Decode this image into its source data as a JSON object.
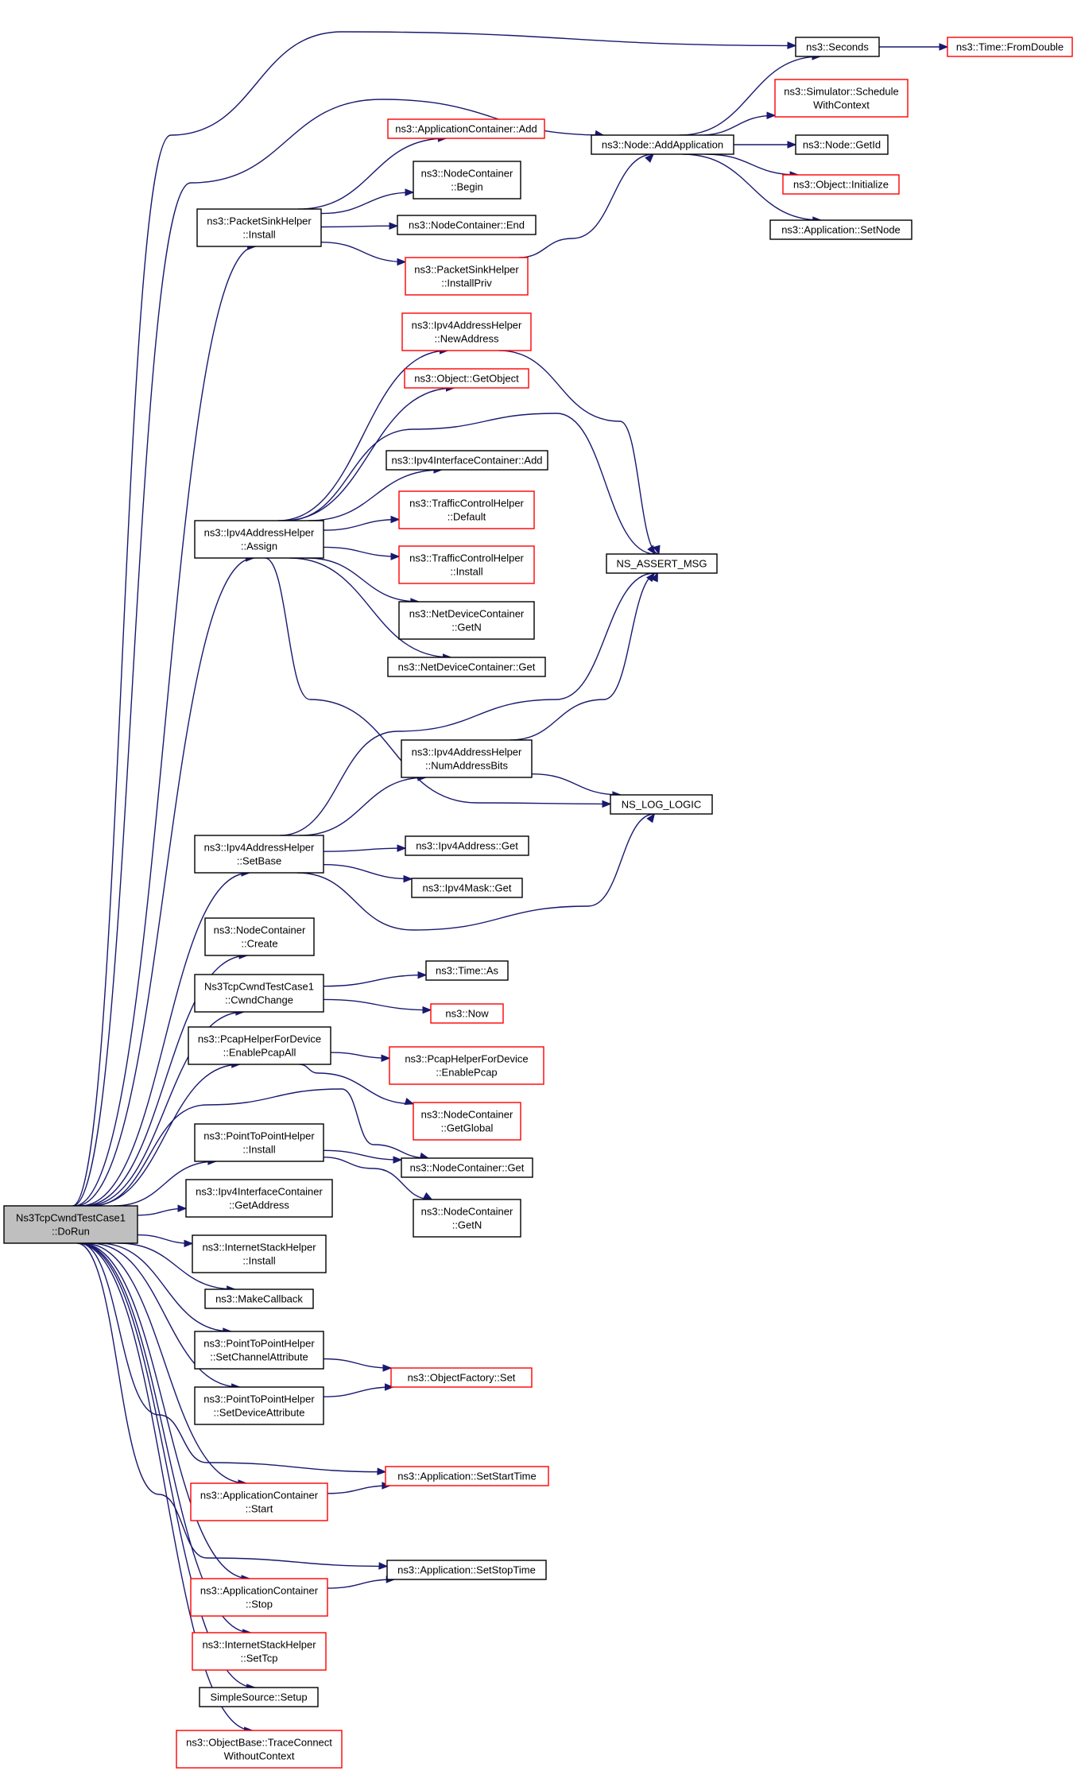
{
  "diagram": {
    "type": "call-graph",
    "edge_color": "#191970",
    "border_colors": {
      "documented": "#000000",
      "undocumented": "#ff0000"
    },
    "root_fill": "#bfbfbf",
    "nodes": [
      {
        "id": "dorun",
        "lines": [
          "Ns3TcpCwndTestCase1",
          "::DoRun"
        ],
        "style": "root"
      },
      {
        "id": "seconds",
        "lines": [
          "ns3::Seconds"
        ],
        "style": "black"
      },
      {
        "id": "fromdouble",
        "lines": [
          "ns3::Time::FromDouble"
        ],
        "style": "red"
      },
      {
        "id": "schedule",
        "lines": [
          "ns3::Simulator::Schedule",
          "WithContext"
        ],
        "style": "red"
      },
      {
        "id": "addapp",
        "lines": [
          "ns3::Node::AddApplication"
        ],
        "style": "black"
      },
      {
        "id": "getid",
        "lines": [
          "ns3::Node::GetId"
        ],
        "style": "black"
      },
      {
        "id": "initialize",
        "lines": [
          "ns3::Object::Initialize"
        ],
        "style": "red"
      },
      {
        "id": "setnode",
        "lines": [
          "ns3::Application::SetNode"
        ],
        "style": "black"
      },
      {
        "id": "appcontadd",
        "lines": [
          "ns3::ApplicationContainer::Add"
        ],
        "style": "red"
      },
      {
        "id": "ncbegin",
        "lines": [
          "ns3::NodeContainer",
          "::Begin"
        ],
        "style": "black"
      },
      {
        "id": "psinstall",
        "lines": [
          "ns3::PacketSinkHelper",
          "::Install"
        ],
        "style": "black"
      },
      {
        "id": "ncend",
        "lines": [
          "ns3::NodeContainer::End"
        ],
        "style": "black"
      },
      {
        "id": "psinstallpriv",
        "lines": [
          "ns3::PacketSinkHelper",
          "::InstallPriv"
        ],
        "style": "red"
      },
      {
        "id": "newaddress",
        "lines": [
          "ns3::Ipv4AddressHelper",
          "::NewAddress"
        ],
        "style": "red"
      },
      {
        "id": "getobject",
        "lines": [
          "ns3::Object::GetObject"
        ],
        "style": "red"
      },
      {
        "id": "ifcadd",
        "lines": [
          "ns3::Ipv4InterfaceContainer::Add"
        ],
        "style": "black"
      },
      {
        "id": "tcdefault",
        "lines": [
          "ns3::TrafficControlHelper",
          "::Default"
        ],
        "style": "red"
      },
      {
        "id": "assign",
        "lines": [
          "ns3::Ipv4AddressHelper",
          "::Assign"
        ],
        "style": "black"
      },
      {
        "id": "tcinstall",
        "lines": [
          "ns3::TrafficControlHelper",
          "::Install"
        ],
        "style": "red"
      },
      {
        "id": "assertmsg",
        "lines": [
          "NS_ASSERT_MSG"
        ],
        "style": "black"
      },
      {
        "id": "ndcgetn",
        "lines": [
          "ns3::NetDeviceContainer",
          "::GetN"
        ],
        "style": "black"
      },
      {
        "id": "ndcget",
        "lines": [
          "ns3::NetDeviceContainer::Get"
        ],
        "style": "black"
      },
      {
        "id": "numaddrbits",
        "lines": [
          "ns3::Ipv4AddressHelper",
          "::NumAddressBits"
        ],
        "style": "black"
      },
      {
        "id": "loglogic",
        "lines": [
          "NS_LOG_LOGIC"
        ],
        "style": "black"
      },
      {
        "id": "setbase",
        "lines": [
          "ns3::Ipv4AddressHelper",
          "::SetBase"
        ],
        "style": "black"
      },
      {
        "id": "ipv4addrget",
        "lines": [
          "ns3::Ipv4Address::Get"
        ],
        "style": "black"
      },
      {
        "id": "ipv4maskget",
        "lines": [
          "ns3::Ipv4Mask::Get"
        ],
        "style": "black"
      },
      {
        "id": "nccreate",
        "lines": [
          "ns3::NodeContainer",
          "::Create"
        ],
        "style": "black"
      },
      {
        "id": "cwndchange",
        "lines": [
          "Ns3TcpCwndTestCase1",
          "::CwndChange"
        ],
        "style": "black"
      },
      {
        "id": "timeas",
        "lines": [
          "ns3::Time::As"
        ],
        "style": "black"
      },
      {
        "id": "now",
        "lines": [
          "ns3::Now"
        ],
        "style": "red"
      },
      {
        "id": "enablepcapall",
        "lines": [
          "ns3::PcapHelperForDevice",
          "::EnablePcapAll"
        ],
        "style": "black"
      },
      {
        "id": "enablepcap",
        "lines": [
          "ns3::PcapHelperForDevice",
          "::EnablePcap"
        ],
        "style": "red"
      },
      {
        "id": "ncgetglobal",
        "lines": [
          "ns3::NodeContainer",
          "::GetGlobal"
        ],
        "style": "red"
      },
      {
        "id": "p2pinstall",
        "lines": [
          "ns3::PointToPointHelper",
          "::Install"
        ],
        "style": "black"
      },
      {
        "id": "ncget",
        "lines": [
          "ns3::NodeContainer::Get"
        ],
        "style": "black"
      },
      {
        "id": "ncgetn",
        "lines": [
          "ns3::NodeContainer",
          "::GetN"
        ],
        "style": "black"
      },
      {
        "id": "ifcgetaddress",
        "lines": [
          "ns3::Ipv4InterfaceContainer",
          "::GetAddress"
        ],
        "style": "black"
      },
      {
        "id": "ishinstall",
        "lines": [
          "ns3::InternetStackHelper",
          "::Install"
        ],
        "style": "black"
      },
      {
        "id": "makecallback",
        "lines": [
          "ns3::MakeCallback"
        ],
        "style": "black"
      },
      {
        "id": "setchannelattr",
        "lines": [
          "ns3::PointToPointHelper",
          "::SetChannelAttribute"
        ],
        "style": "black"
      },
      {
        "id": "ofset",
        "lines": [
          "ns3::ObjectFactory::Set"
        ],
        "style": "red"
      },
      {
        "id": "setdeviceattr",
        "lines": [
          "ns3::PointToPointHelper",
          "::SetDeviceAttribute"
        ],
        "style": "black"
      },
      {
        "id": "setstarttime",
        "lines": [
          "ns3::Application::SetStartTime"
        ],
        "style": "red"
      },
      {
        "id": "acstart",
        "lines": [
          "ns3::ApplicationContainer",
          "::Start"
        ],
        "style": "red"
      },
      {
        "id": "setstoptime",
        "lines": [
          "ns3::Application::SetStopTime"
        ],
        "style": "black"
      },
      {
        "id": "acstop",
        "lines": [
          "ns3::ApplicationContainer",
          "::Stop"
        ],
        "style": "red"
      },
      {
        "id": "settcp",
        "lines": [
          "ns3::InternetStackHelper",
          "::SetTcp"
        ],
        "style": "red"
      },
      {
        "id": "ssetup",
        "lines": [
          "SimpleSource::Setup"
        ],
        "style": "black"
      },
      {
        "id": "traceconnect",
        "lines": [
          "ns3::ObjectBase::TraceConnect",
          "WithoutContext"
        ],
        "style": "red"
      }
    ],
    "edges": [
      [
        "dorun",
        "seconds"
      ],
      [
        "dorun",
        "addapp"
      ],
      [
        "dorun",
        "psinstall"
      ],
      [
        "dorun",
        "assign"
      ],
      [
        "dorun",
        "setbase"
      ],
      [
        "dorun",
        "nccreate"
      ],
      [
        "dorun",
        "cwndchange"
      ],
      [
        "dorun",
        "enablepcapall"
      ],
      [
        "dorun",
        "ncget"
      ],
      [
        "dorun",
        "p2pinstall"
      ],
      [
        "dorun",
        "ifcgetaddress"
      ],
      [
        "dorun",
        "ishinstall"
      ],
      [
        "dorun",
        "makecallback"
      ],
      [
        "dorun",
        "setchannelattr"
      ],
      [
        "dorun",
        "setdeviceattr"
      ],
      [
        "dorun",
        "setstarttime"
      ],
      [
        "dorun",
        "acstart"
      ],
      [
        "dorun",
        "setstoptime"
      ],
      [
        "dorun",
        "acstop"
      ],
      [
        "dorun",
        "settcp"
      ],
      [
        "dorun",
        "ssetup"
      ],
      [
        "dorun",
        "traceconnect"
      ],
      [
        "seconds",
        "fromdouble"
      ],
      [
        "addapp",
        "seconds"
      ],
      [
        "addapp",
        "schedule"
      ],
      [
        "addapp",
        "getid"
      ],
      [
        "addapp",
        "initialize"
      ],
      [
        "addapp",
        "setnode"
      ],
      [
        "psinstall",
        "appcontadd"
      ],
      [
        "psinstall",
        "ncbegin"
      ],
      [
        "psinstall",
        "ncend"
      ],
      [
        "psinstall",
        "psinstallpriv"
      ],
      [
        "psinstallpriv",
        "addapp"
      ],
      [
        "assign",
        "newaddress"
      ],
      [
        "assign",
        "getobject"
      ],
      [
        "assign",
        "assertmsg"
      ],
      [
        "assign",
        "ifcadd"
      ],
      [
        "assign",
        "tcdefault"
      ],
      [
        "assign",
        "tcinstall"
      ],
      [
        "assign",
        "ndcgetn"
      ],
      [
        "assign",
        "ndcget"
      ],
      [
        "assign",
        "loglogic"
      ],
      [
        "newaddress",
        "assertmsg"
      ],
      [
        "setbase",
        "assertmsg"
      ],
      [
        "setbase",
        "numaddrbits"
      ],
      [
        "setbase",
        "ipv4addrget"
      ],
      [
        "setbase",
        "ipv4maskget"
      ],
      [
        "setbase",
        "loglogic"
      ],
      [
        "numaddrbits",
        "assertmsg"
      ],
      [
        "numaddrbits",
        "loglogic"
      ],
      [
        "cwndchange",
        "timeas"
      ],
      [
        "cwndchange",
        "now"
      ],
      [
        "enablepcapall",
        "enablepcap"
      ],
      [
        "enablepcapall",
        "ncgetglobal"
      ],
      [
        "p2pinstall",
        "ncget"
      ],
      [
        "p2pinstall",
        "ncgetn"
      ],
      [
        "setchannelattr",
        "ofset"
      ],
      [
        "setdeviceattr",
        "ofset"
      ],
      [
        "acstart",
        "setstarttime"
      ],
      [
        "acstop",
        "setstoptime"
      ]
    ]
  }
}
